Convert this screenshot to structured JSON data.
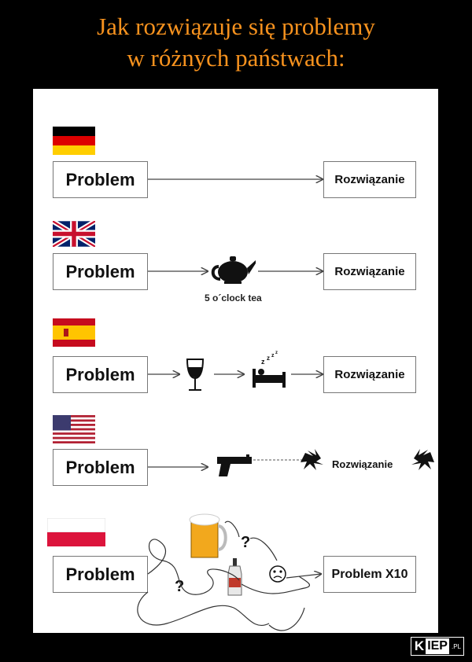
{
  "title": {
    "line1": "Jak rozwiązuje się problemy",
    "line2": "w różnych państwach:"
  },
  "rows": {
    "germany": {
      "problem": "Problem",
      "result": "Rozwiązanie"
    },
    "uk": {
      "problem": "Problem",
      "caption": "5 o´clock tea",
      "result": "Rozwiązanie"
    },
    "spain": {
      "problem": "Problem",
      "result": "Rozwiązanie"
    },
    "usa": {
      "problem": "Problem",
      "result": "Rozwiązanie"
    },
    "poland": {
      "problem": "Problem",
      "question1": "?",
      "question2": "?",
      "result": "Problem X10"
    }
  },
  "colors": {
    "title": "#f7921e",
    "germany": [
      "#000000",
      "#dd0000",
      "#ffce00"
    ],
    "spain": [
      "#c60b1e",
      "#ffc400"
    ],
    "poland": [
      "#ffffff",
      "#dc143c"
    ]
  },
  "icons": [
    "germany-flag",
    "uk-flag",
    "teapot-icon",
    "spain-flag",
    "wine-glass-icon",
    "bed-icon",
    "usa-flag",
    "gun-icon",
    "poland-flag",
    "beer-icon",
    "vodka-bottle-icon",
    "confused-face-icon"
  ],
  "watermark": {
    "brand_k": "K",
    "brand_iep": "IEP",
    "brand_pl": ".PL"
  }
}
